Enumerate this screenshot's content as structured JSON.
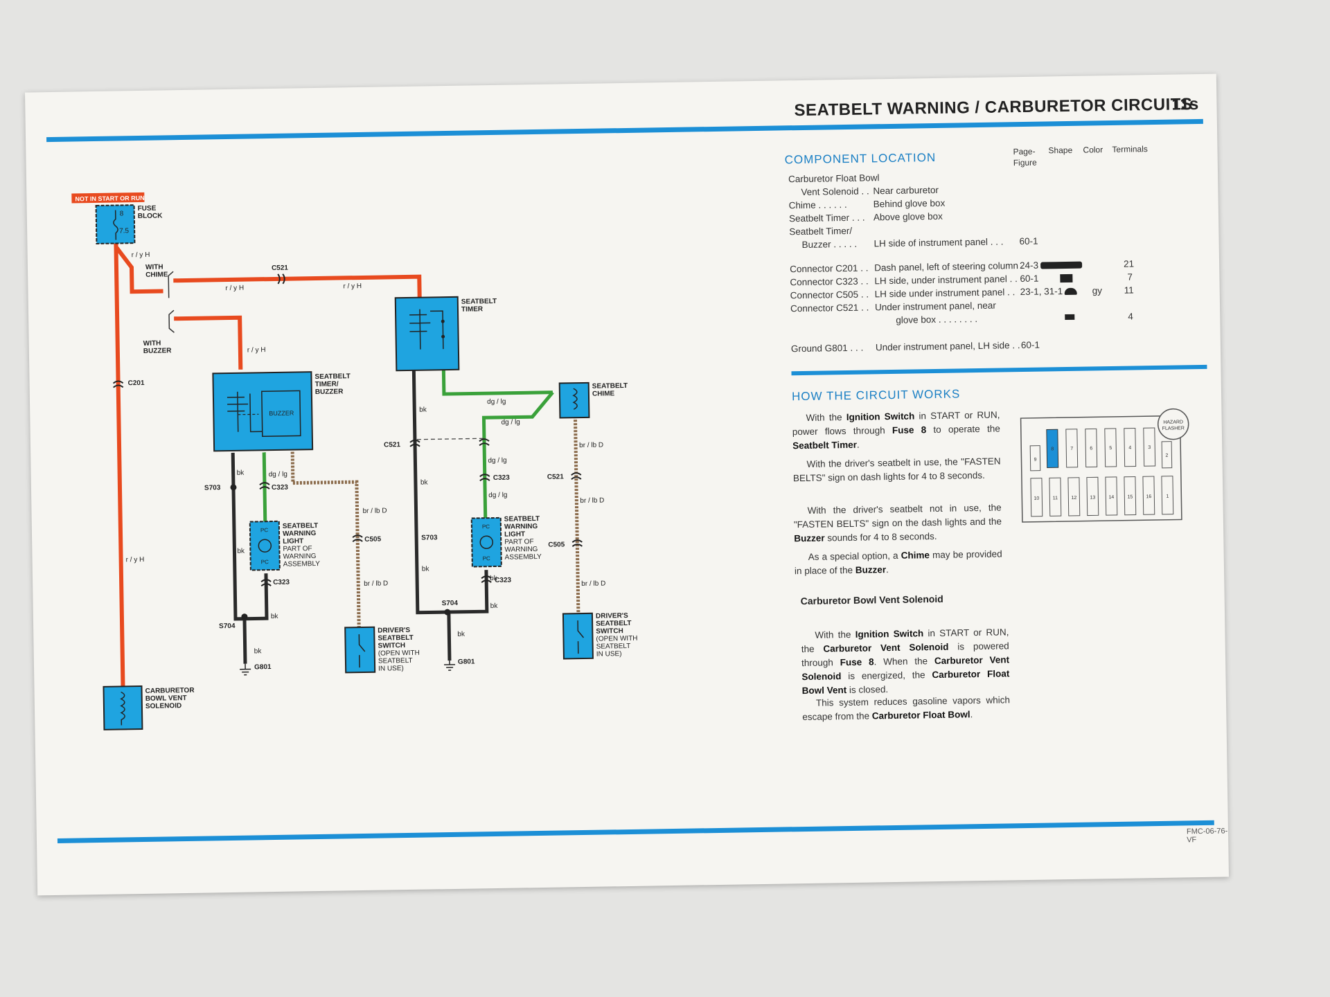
{
  "header": {
    "title": "SEATBELT WARNING / CARBURETOR CIRCUITS",
    "page_number": "11s"
  },
  "diagram": {
    "tag": "NOT IN START OR RUN",
    "fuse_block": {
      "label_lines": [
        "FUSE",
        "BLOCK"
      ],
      "pins": [
        "8",
        "7.5"
      ]
    },
    "with_chime": [
      "WITH",
      "CHIME"
    ],
    "with_buzzer": [
      "WITH",
      "BUZZER"
    ],
    "wire_colors": {
      "ry": "r / y H",
      "bk": "bk",
      "dglg": "dg / lg",
      "brlbd": "br / lb D"
    },
    "connectors": {
      "c201": "C201",
      "c521": "C521",
      "c323": "C323",
      "c505": "C505",
      "s703": "S703",
      "s704": "S704",
      "g801": "G801"
    },
    "timer_buzzer": {
      "label_lines": [
        "SEATBELT",
        "TIMER/",
        "BUZZER"
      ],
      "buzzer_text": "BUZZER"
    },
    "timer": {
      "label_lines": [
        "SEATBELT",
        "TIMER"
      ]
    },
    "chime": {
      "label_lines": [
        "SEATBELT",
        "CHIME"
      ]
    },
    "warning_light": {
      "label_lines": [
        "SEATBELT",
        "WARNING",
        "LIGHT",
        "PART OF",
        "WARNING",
        "ASSEMBLY"
      ],
      "pc": "PC"
    },
    "carb_solenoid": {
      "label_lines": [
        "CARBURETOR",
        "BOWL VENT",
        "SOLENOID"
      ]
    },
    "switch_left": {
      "label_lines": [
        "DRIVER'S",
        "SEATBELT",
        "SWITCH",
        "(OPEN WITH",
        "SEATBELT",
        "IN USE)"
      ]
    },
    "switch_right": {
      "label_lines": [
        "DRIVER'S",
        "SEATBELT",
        "SWITCH",
        "(OPEN WITH",
        "SEATBELT",
        "IN USE)"
      ]
    },
    "colors": {
      "red": "#e84a1f",
      "blue": "#1fa4e0",
      "green": "#3aa13a",
      "black": "#2a2a2a",
      "brown": "#8a6a4a"
    }
  },
  "component_location": {
    "heading": "COMPONENT LOCATION",
    "columns": [
      "Page-Figure",
      "Shape",
      "Color",
      "Terminals"
    ],
    "rows": [
      {
        "name": "Carburetor Float Bowl",
        "location": "",
        "page": "",
        "color": "",
        "terminals": ""
      },
      {
        "name": "Vent Solenoid . .",
        "location": "Near carburetor",
        "page": "",
        "color": "",
        "terminals": ""
      },
      {
        "name": "Chime . . . . . .",
        "location": "Behind glove box",
        "page": "",
        "color": "",
        "terminals": ""
      },
      {
        "name": "Seatbelt Timer . . .",
        "location": "Above glove box",
        "page": "",
        "color": "",
        "terminals": ""
      },
      {
        "name": "Seatbelt Timer/",
        "location": "",
        "page": "",
        "color": "",
        "terminals": ""
      },
      {
        "name": "Buzzer . . . . .",
        "location": "LH side of instrument panel . . .",
        "page": "60-1",
        "color": "",
        "terminals": ""
      },
      {
        "name": "Connector C201 . .",
        "location": "Dash panel, left of steering column .",
        "page": "24-3",
        "color": "",
        "terminals": "21"
      },
      {
        "name": "Connector C323 . .",
        "location": "LH side, under instrument panel . .",
        "page": "60-1",
        "color": "",
        "terminals": "7"
      },
      {
        "name": "Connector C505 . .",
        "location": "LH side under instrument panel . .",
        "page": "23-1, 31-1",
        "color": "gy",
        "terminals": "11"
      },
      {
        "name": "Connector C521 . .",
        "location": "Under instrument panel, near",
        "page": "",
        "color": "",
        "terminals": ""
      },
      {
        "name": "",
        "location": "glove box . . . . . . . .",
        "page": "",
        "color": "",
        "terminals": "4"
      },
      {
        "name": "Ground G801 . . .",
        "location": "Under instrument panel, LH side . .",
        "page": "60-1",
        "color": "",
        "terminals": ""
      }
    ]
  },
  "how_it_works": {
    "heading": "HOW THE CIRCUIT WORKS",
    "p1": {
      "a": "With the ",
      "b1": "Ignition Switch",
      "c": " in START or RUN, power flows through ",
      "b2": "Fuse 8",
      "d": " to operate the ",
      "b3": "Seatbelt Timer",
      "e": "."
    },
    "p2": "With the driver's seatbelt in use, the \"FASTEN BELTS\" sign on dash lights for 4 to 8 seconds.",
    "p3": {
      "a": "With the driver's seatbelt not in use, the \"FASTEN BELTS\" sign on the dash lights and the ",
      "b1": "Buzzer",
      "c": " sounds for 4 to 8 seconds."
    },
    "p4": {
      "a": "As a special option, a ",
      "b1": "Chime",
      "c": " may be provided in place of the ",
      "b2": "Buzzer",
      "d": "."
    },
    "subheading": "Carburetor Bowl Vent Solenoid",
    "p5": {
      "a": "With the ",
      "b1": "Ignition Switch",
      "c": " in START or RUN, the ",
      "b2": "Carburetor Vent Solenoid",
      "d": " is powered through ",
      "b3": "Fuse 8",
      "e": ". When the ",
      "b4": "Carburetor Vent Solenoid",
      "f": " is energized, the ",
      "b5": "Carburetor Float Bowl Vent",
      "g": " is closed."
    },
    "p6": {
      "a": "This system reduces gasoline vapors which escape from the ",
      "b1": "Carburetor Float Bowl",
      "c": "."
    }
  },
  "fuse_panel": {
    "hazard_lines": [
      "HAZARD",
      "FLASHER"
    ],
    "left_pin": "9",
    "top_row": [
      "8",
      "7",
      "6",
      "5",
      "4",
      "3"
    ],
    "right_pin": "2",
    "bottom_row": [
      "10",
      "11",
      "12",
      "13",
      "14",
      "15",
      "16",
      "1"
    ],
    "highlight_color": "#1c8fd6"
  },
  "footer_code": "FMC-06-76-VF"
}
